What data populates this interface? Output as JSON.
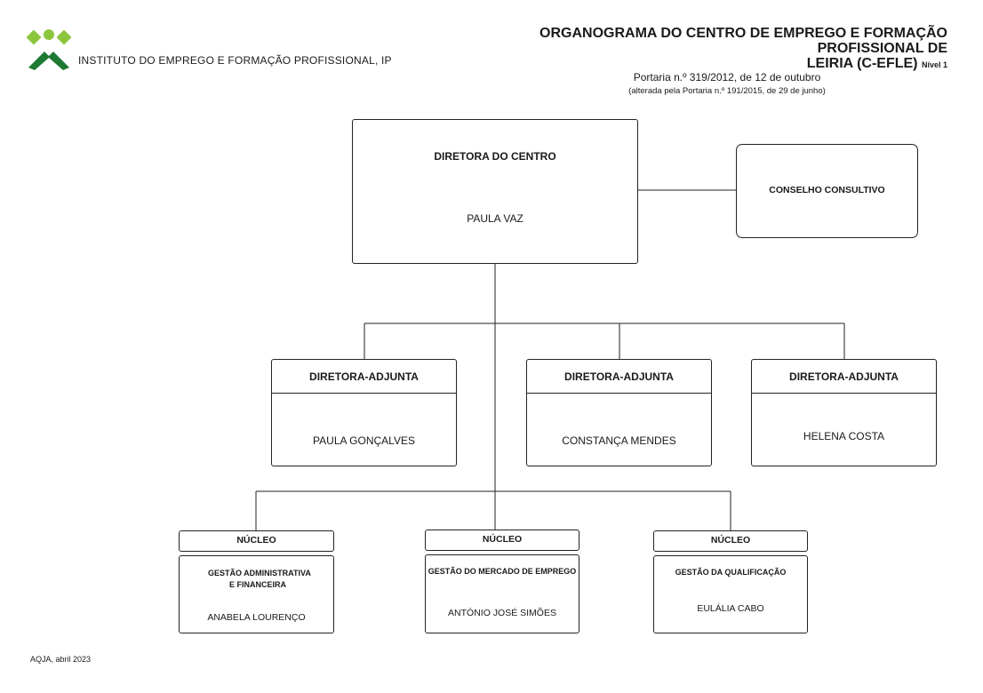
{
  "header": {
    "org_name": "INSTITUTO DO EMPREGO E FORMAÇÃO PROFISSIONAL, IP",
    "title_line1": "ORGANOGRAMA DO  CENTRO DE EMPREGO E FORMAÇÃO PROFISSIONAL DE",
    "title_line2": "LEIRIA (C-EFLE)",
    "level": "Nível 1",
    "portaria": "Portaria n.º 319/2012, de 12 de outubro",
    "alterada": "(alterada pela Portaria n.º 191/2015, de 29 de junho)"
  },
  "director": {
    "role": "DIRETORA DO CENTRO",
    "name": "PAULA VAZ"
  },
  "council": {
    "label": "CONSELHO CONSULTIVO"
  },
  "deputies": [
    {
      "role": "DIRETORA-ADJUNTA",
      "name": "PAULA GONÇALVES"
    },
    {
      "role": "DIRETORA-ADJUNTA",
      "name": "CONSTANÇA MENDES"
    },
    {
      "role": "DIRETORA-ADJUNTA",
      "name": "HELENA COSTA"
    }
  ],
  "nucleos": [
    {
      "label": "NÚCLEO",
      "area_line1": "GESTÃO ADMINISTRATIVA",
      "area_line2": "E FINANCEIRA",
      "name": "ANABELA LOURENÇO"
    },
    {
      "label": "NÚCLEO",
      "area_line1": "GESTÃO DO MERCADO DE EMPREGO",
      "area_line2": "",
      "name": "ANTÓNIO JOSÉ SIMÕES"
    },
    {
      "label": "NÚCLEO",
      "area_line1": "GESTÃO DA QUALIFICAÇÃO",
      "area_line2": "",
      "name": "EULÁLIA CABO"
    }
  ],
  "footer": {
    "text": "AQJA, abril 2023"
  },
  "colors": {
    "logo_dark": "#1e7a33",
    "logo_light": "#8cc63f"
  }
}
